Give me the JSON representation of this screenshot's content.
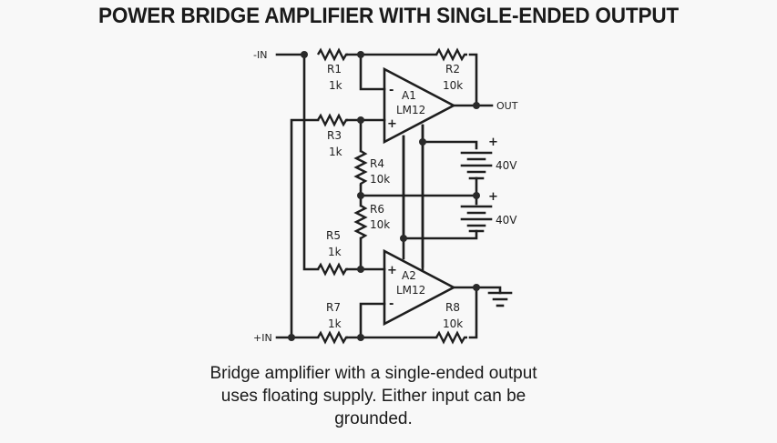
{
  "title": "POWER BRIDGE AMPLIFIER WITH SINGLE-ENDED OUTPUT",
  "caption": {
    "line1": "Bridge amplifier with a single-ended output",
    "line2": "uses floating supply. Either input can be",
    "line3": "grounded."
  },
  "terminals": {
    "neg_in": "-IN",
    "pos_in": "+IN",
    "out": "OUT"
  },
  "resistors": [
    {
      "ref": "R1",
      "value": "1k"
    },
    {
      "ref": "R2",
      "value": "10k"
    },
    {
      "ref": "R3",
      "value": "1k"
    },
    {
      "ref": "R4",
      "value": "10k"
    },
    {
      "ref": "R5",
      "value": "1k"
    },
    {
      "ref": "R6",
      "value": "10k"
    },
    {
      "ref": "R7",
      "value": "1k"
    },
    {
      "ref": "R8",
      "value": "10k"
    }
  ],
  "amplifiers": [
    {
      "ref": "A1",
      "part": "LM12",
      "inv": "-",
      "noninv": "+"
    },
    {
      "ref": "A2",
      "part": "LM12",
      "inv": "-",
      "noninv": "+"
    }
  ],
  "supplies": [
    {
      "value": "40V",
      "polarity": "+"
    },
    {
      "value": "40V",
      "polarity": "+"
    }
  ]
}
